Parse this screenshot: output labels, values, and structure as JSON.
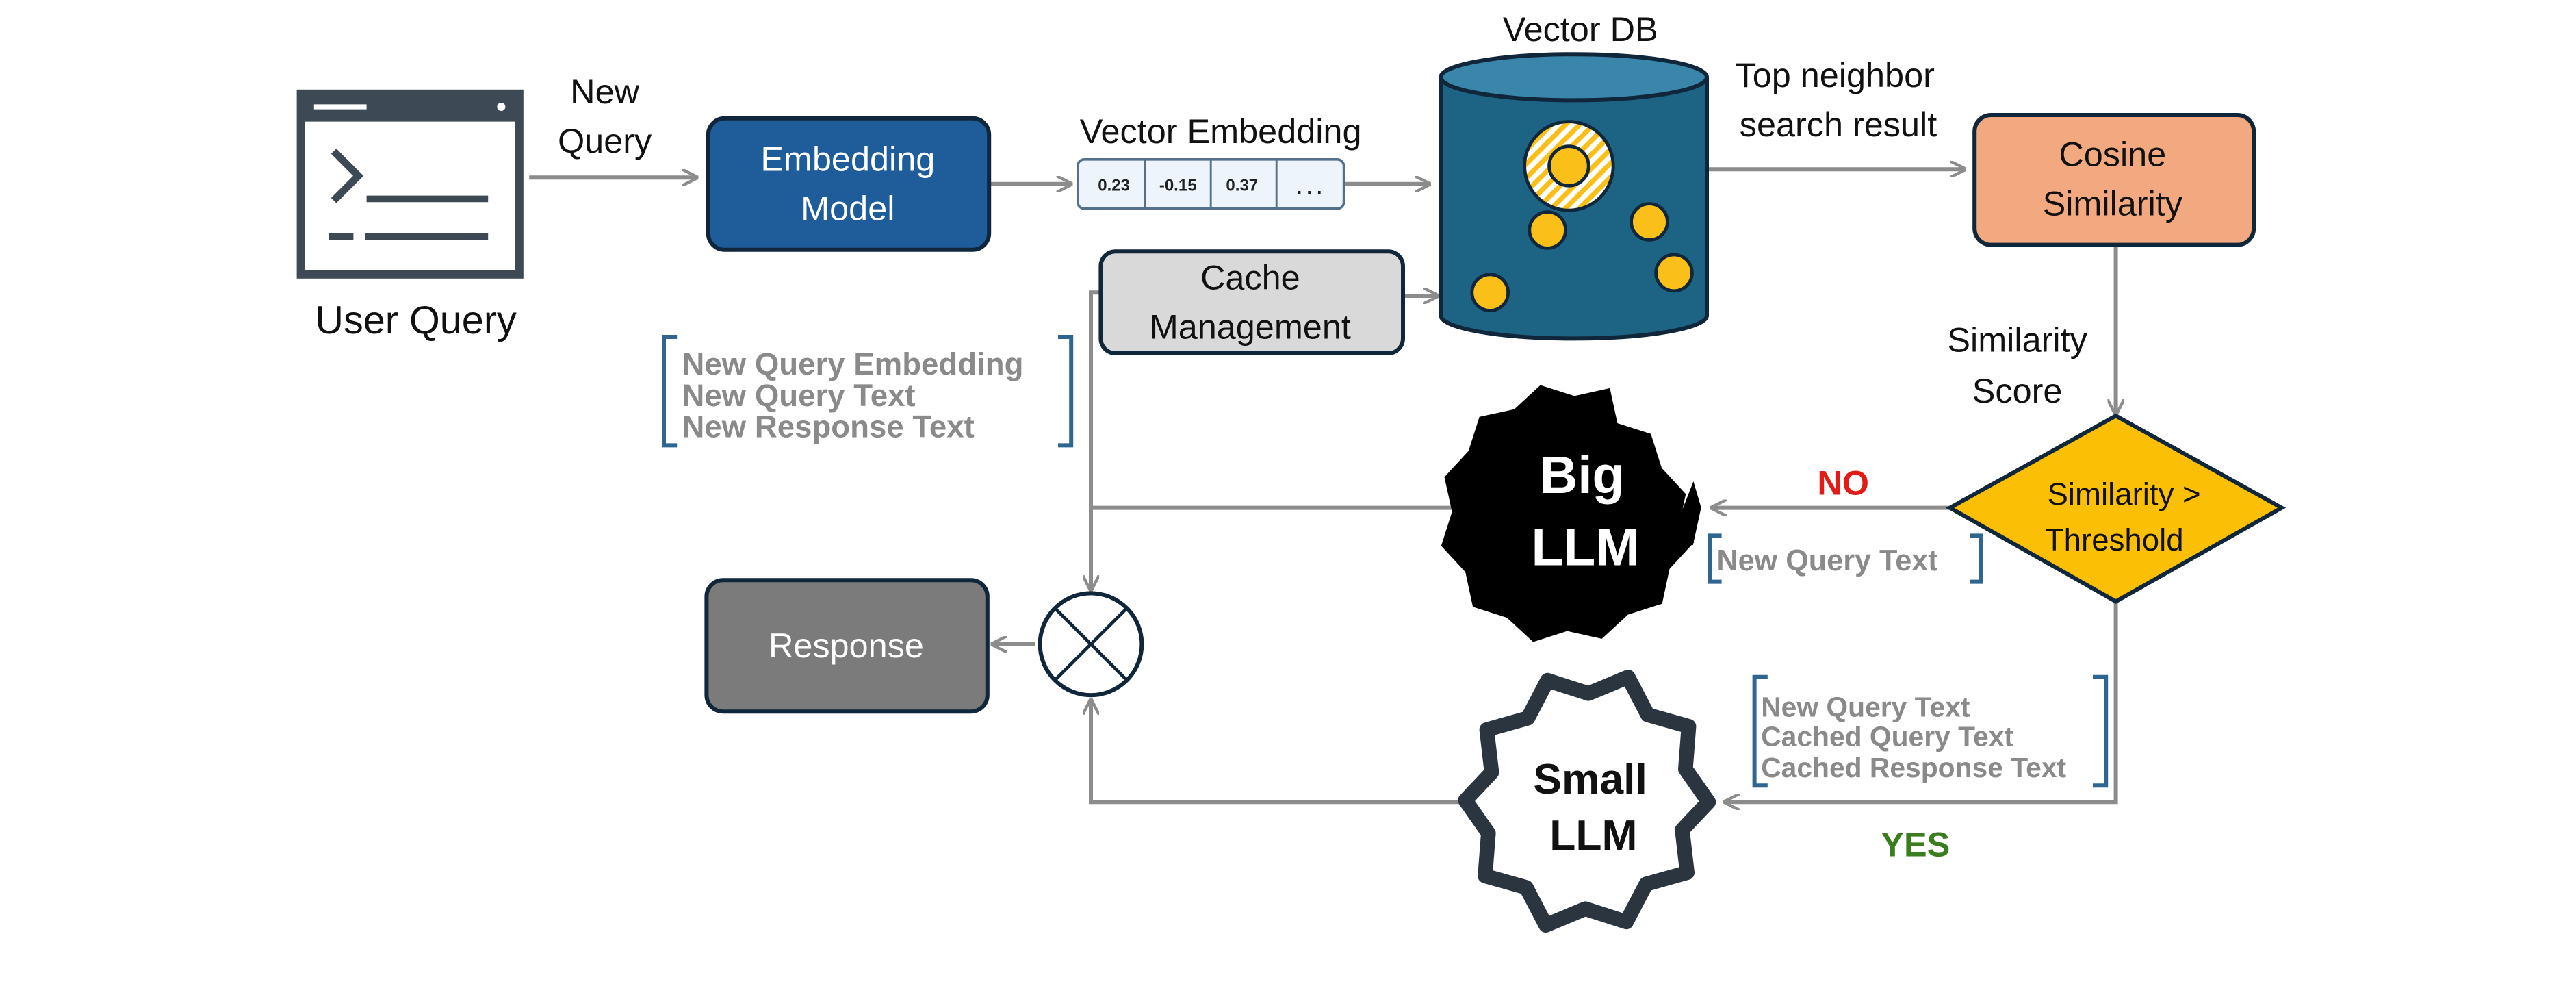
{
  "user_query": {
    "label": "User Query"
  },
  "new_query_label": [
    "New",
    "Query"
  ],
  "embedding_model": {
    "lines": [
      "Embedding",
      "Model"
    ],
    "fill": "#1f5c9a"
  },
  "vector_embedding": {
    "title": "Vector Embedding",
    "cells": [
      "0.23",
      "-0.15",
      "0.37",
      ". . ."
    ]
  },
  "vector_db": {
    "title": "Vector DB",
    "fill": "#1d6383",
    "point_color": "#fbbf1a"
  },
  "top_neighbor_label": [
    "Top neighbor",
    "search result"
  ],
  "cosine_similarity": {
    "lines": [
      "Cosine",
      "Similarity"
    ],
    "fill": "#f2a97f"
  },
  "similarity_score_label": [
    "Similarity",
    "Score"
  ],
  "decision": {
    "lines": [
      "Similarity >",
      "Threshold"
    ],
    "fill": "#fbbf05"
  },
  "no_label": {
    "text": "NO",
    "color": "#e31b17"
  },
  "yes_label": {
    "text": "YES",
    "color": "#3a7d1f"
  },
  "big_llm": {
    "lines": [
      "Big",
      "LLM"
    ]
  },
  "small_llm": {
    "lines": [
      "Small",
      "LLM"
    ]
  },
  "big_llm_input": [
    "New Query Text"
  ],
  "small_llm_input": [
    "New Query Text",
    "Cached Query Text",
    "Cached Response Text"
  ],
  "cache_management": {
    "lines": [
      "Cache",
      "Management"
    ],
    "fill": "#d9d9d9"
  },
  "cache_input": [
    "New Query Embedding",
    "New Query Text",
    "New Response Text"
  ],
  "response": {
    "label": "Response",
    "fill": "#7b7b7b"
  },
  "colors": {
    "arrow": "#8c8c8c",
    "outline": "#10263a",
    "bracket": "#2f6691",
    "bracket_text": "#8a8a8a"
  }
}
